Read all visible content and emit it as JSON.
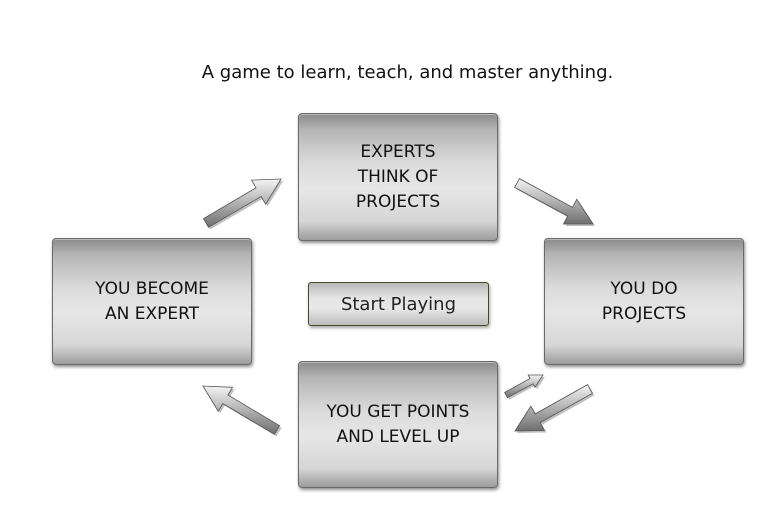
{
  "tagline": "A game to learn, teach, and master anything.",
  "steps": {
    "top": "EXPERTS\nTHINK OF\nPROJECTS",
    "right": "YOU DO\nPROJECTS",
    "bottom": "YOU GET POINTS\nAND LEVEL UP",
    "left": "YOU BECOME\nAN EXPERT"
  },
  "start_button": "Start Playing",
  "icons": [
    "arrow-icon"
  ]
}
